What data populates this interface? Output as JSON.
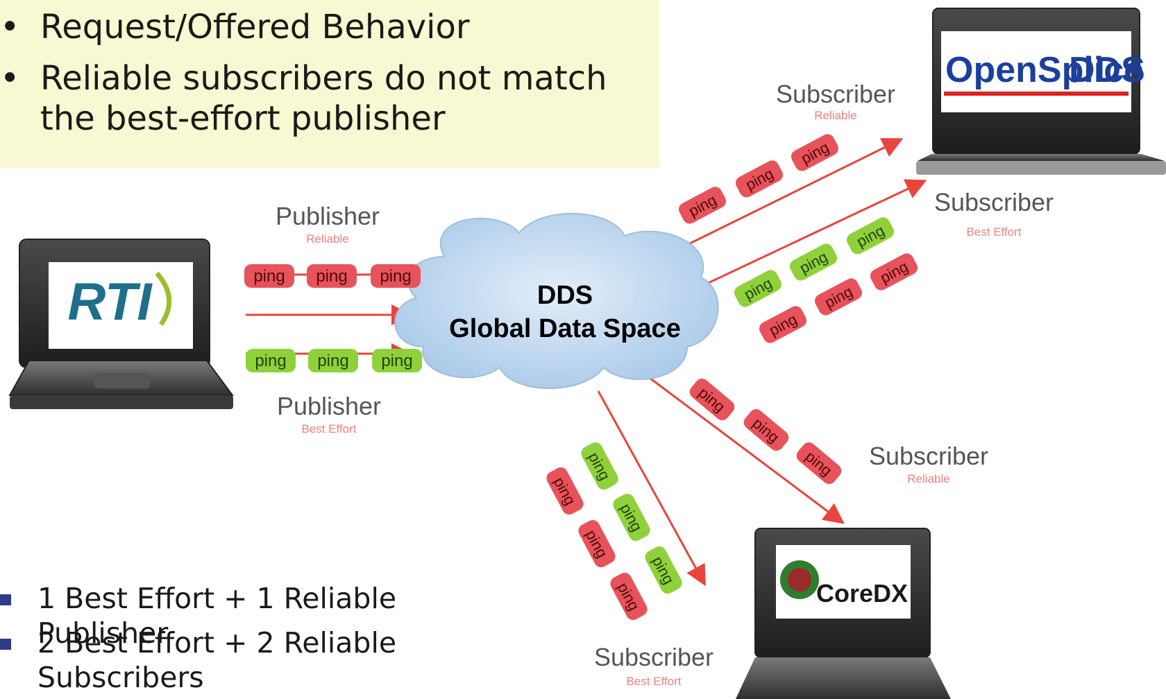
{
  "top_bullets": [
    {
      "bullet": "•",
      "text": "Request/Offered Behavior"
    },
    {
      "bullet": "•",
      "text": "Reliable subscribers do not match the best-effort publisher"
    }
  ],
  "bottom_bullets": [
    {
      "text": "1 Best Effort + 1 Reliable Publisher"
    },
    {
      "text": "2 Best Effort + 2 Reliable Subscribers"
    }
  ],
  "cloud": {
    "line1": "DDS",
    "line2": "Global Data Space"
  },
  "logos": {
    "rti": "RTI",
    "opensplice_a": "OpenSplice",
    "opensplice_b": "DDS",
    "coredx": "CoreDX"
  },
  "labels": {
    "publisher_reliable": {
      "role": "Publisher",
      "qos": "Reliable"
    },
    "publisher_best_effort": {
      "role": "Publisher",
      "qos": "Best Effort"
    },
    "subscriber_reliable_top": {
      "role": "Subscriber",
      "qos": "Reliable"
    },
    "subscriber_best_effort_top": {
      "role": "Subscriber",
      "qos": "Best Effort"
    },
    "subscriber_reliable_bottom": {
      "role": "Subscriber",
      "qos": "Reliable"
    },
    "subscriber_best_effort_bottom": {
      "role": "Subscriber",
      "qos": "Best Effort"
    }
  },
  "ping_text": "ping",
  "colors": {
    "reliable_ping": "#e8525a",
    "best_effort_ping": "#8fd13a",
    "arrow": "#e8453c",
    "cloud": "#bcd6ee",
    "bullet_square": "#2e3b8c",
    "callout_bg": "#f8f8d2"
  }
}
